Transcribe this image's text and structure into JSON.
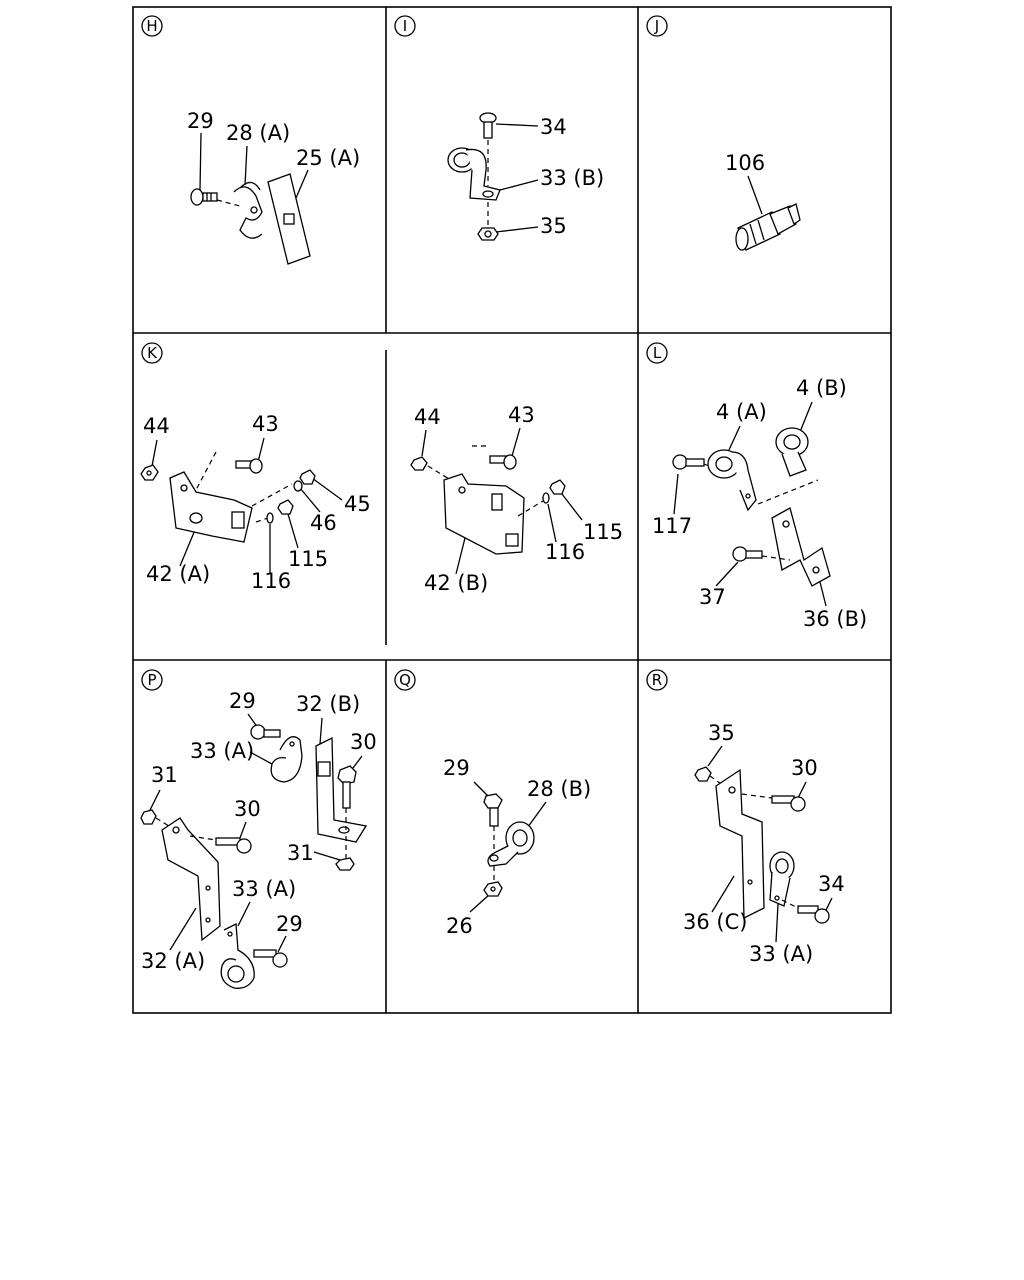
{
  "panels": [
    {
      "id": "H",
      "labels": [
        "29",
        "28 (A)",
        "25 (A)"
      ]
    },
    {
      "id": "I",
      "labels": [
        "34",
        "33 (B)",
        "35"
      ]
    },
    {
      "id": "J",
      "labels": [
        "106"
      ]
    },
    {
      "id": "K",
      "labels": [
        "44",
        "43",
        "45",
        "46",
        "42 (A)",
        "115",
        "116",
        "44",
        "43",
        "42 (B)",
        "115",
        "116"
      ]
    },
    {
      "id": "L",
      "labels": [
        "4 (B)",
        "4 (A)",
        "117",
        "37",
        "36 (B)"
      ]
    },
    {
      "id": "P",
      "labels": [
        "29",
        "32 (B)",
        "33 (A)",
        "30",
        "31",
        "30",
        "31",
        "33 (A)",
        "29",
        "32 (A)"
      ]
    },
    {
      "id": "Q",
      "labels": [
        "29",
        "28 (B)",
        "26"
      ]
    },
    {
      "id": "R",
      "labels": [
        "35",
        "30",
        "34",
        "36 (C)",
        "33 (A)"
      ]
    }
  ]
}
